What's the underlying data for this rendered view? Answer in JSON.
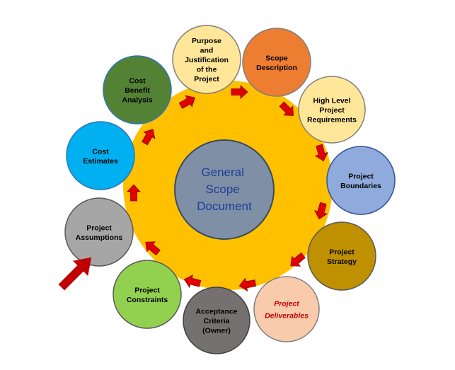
{
  "diagram": {
    "center": {
      "lines": [
        "General",
        "Scope",
        "Document"
      ],
      "fill": "#7F8FA6",
      "text_color": "#1F3E99"
    },
    "ring_color": "#FFC000",
    "arrow_color": "#E00000",
    "nodes": [
      {
        "key": "purpose",
        "lines": [
          "Purpose",
          "and",
          "Justification",
          "of the",
          "Project"
        ],
        "fill": "#FFE699",
        "text_color": "#000000"
      },
      {
        "key": "scope-description",
        "lines": [
          "Scope",
          "Description"
        ],
        "fill": "#ED7D31",
        "text_color": "#000000"
      },
      {
        "key": "high-level-requirements",
        "lines": [
          "High Level",
          "Project",
          "Requirements"
        ],
        "fill": "#FFE699",
        "text_color": "#000000"
      },
      {
        "key": "project-boundaries",
        "lines": [
          "Project",
          "Boundaries"
        ],
        "fill": "#8FAADC",
        "text_color": "#000000"
      },
      {
        "key": "project-strategy",
        "lines": [
          "Project",
          "Strategy"
        ],
        "fill": "#BF9000",
        "text_color": "#000000"
      },
      {
        "key": "project-deliverables",
        "lines": [
          "Project",
          "Deliverables"
        ],
        "fill": "#F8CBAD",
        "text_color": "#C00000"
      },
      {
        "key": "acceptance-criteria",
        "lines": [
          "Acceptance",
          "Criteria",
          "(Owner)"
        ],
        "fill": "#767171",
        "text_color": "#000000"
      },
      {
        "key": "project-constraints",
        "lines": [
          "Project",
          "Constraints"
        ],
        "fill": "#92D050",
        "text_color": "#000000"
      },
      {
        "key": "project-assumptions",
        "lines": [
          "Project",
          "Assumptions"
        ],
        "fill": "#A6A6A6",
        "text_color": "#000000"
      },
      {
        "key": "cost-estimates",
        "lines": [
          "Cost",
          "Estimates"
        ],
        "fill": "#00B0F0",
        "text_color": "#000000"
      },
      {
        "key": "cost-benefit-analysis",
        "lines": [
          "Cost",
          "Benefit",
          "Analysis"
        ],
        "fill": "#548235",
        "text_color": "#000000"
      }
    ],
    "highlighted_node": "project-assumptions"
  }
}
